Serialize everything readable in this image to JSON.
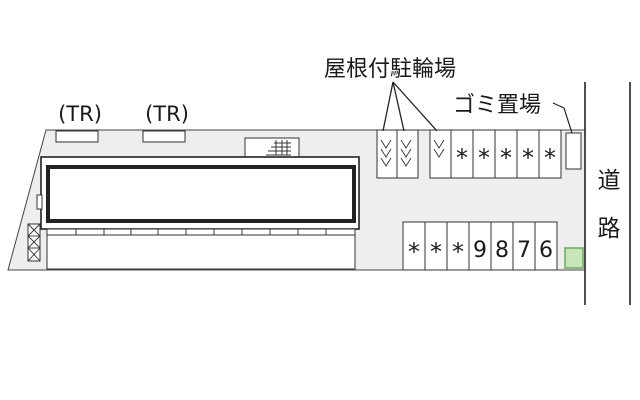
{
  "labels": {
    "transformer_1": "(TR)",
    "transformer_2": "(TR)",
    "bicycle_parking": "屋根付駐輪場",
    "garbage_area": "ゴミ置場",
    "road": "道路"
  },
  "parking": {
    "upper_row": [
      "*",
      "*",
      "*",
      "*",
      "*"
    ],
    "lower_row": [
      "*",
      "*",
      "*",
      "9",
      "8",
      "7",
      "6"
    ]
  },
  "colors": {
    "lot_fill": "#eeeeee",
    "line": "#222222",
    "tree_fill": "#c7e6b8",
    "tree_stroke": "#6aa860"
  }
}
